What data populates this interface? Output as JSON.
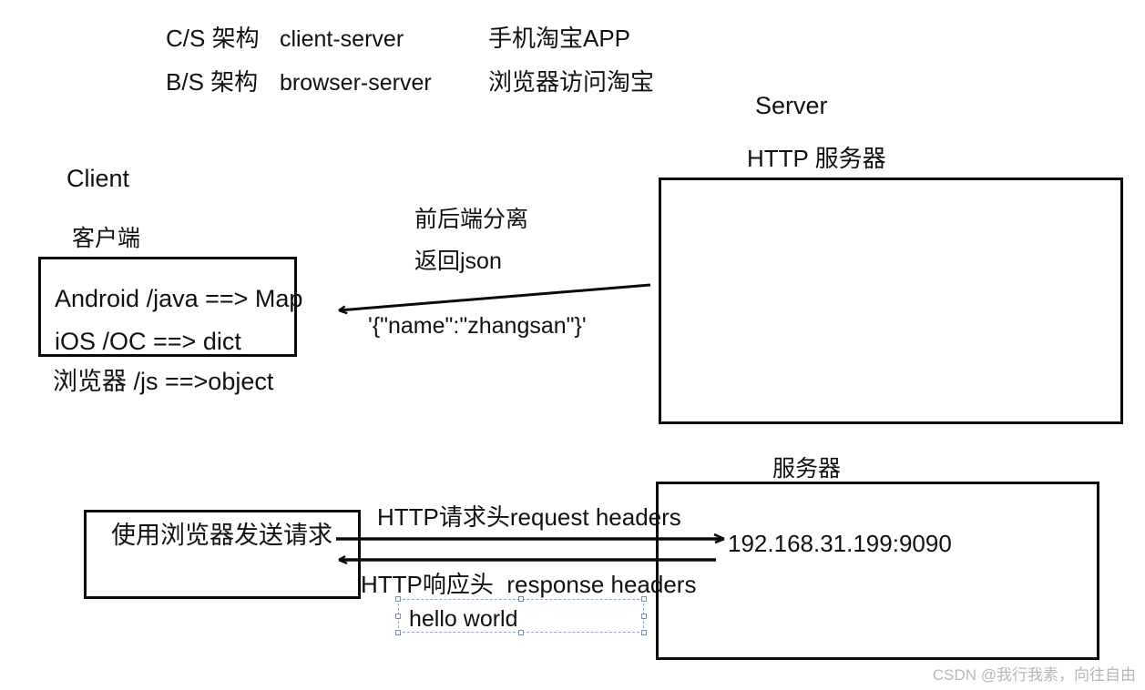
{
  "header": {
    "rows": [
      {
        "arch": "C/S 架构",
        "term": "client-server",
        "example": "手机淘宝APP"
      },
      {
        "arch": "B/S 架构",
        "term": "browser-server",
        "example": "浏览器访问淘宝"
      }
    ]
  },
  "client": {
    "title": "Client",
    "subtitle": "客户端",
    "box_lines": [
      "Android /java ==> Map",
      "iOS /OC ==> dict"
    ],
    "outside_line": "浏览器 /js ==>object"
  },
  "middle": {
    "note_line_1": "前后端分离",
    "note_line_2": "返回json",
    "json_payload": "'{\"name\":\"zhangsan\"}'"
  },
  "server_top": {
    "title": "Server",
    "subtitle": "HTTP 服务器"
  },
  "server_bottom": {
    "title": "服务器",
    "address": "192.168.31.199:9090"
  },
  "browser": {
    "box_label": "使用浏览器发送请求"
  },
  "flows": {
    "request_label": "HTTP请求头request headers",
    "response_label": "HTTP响应头  response headers"
  },
  "selection": {
    "text": "hello world"
  },
  "watermark": {
    "text": "CSDN @我行我素，向往自由"
  },
  "colors": {
    "stroke": "#0a0a0a",
    "background": "#ffffff",
    "selection_border": "#8fa8c8",
    "watermark": "#b7b7b7"
  }
}
